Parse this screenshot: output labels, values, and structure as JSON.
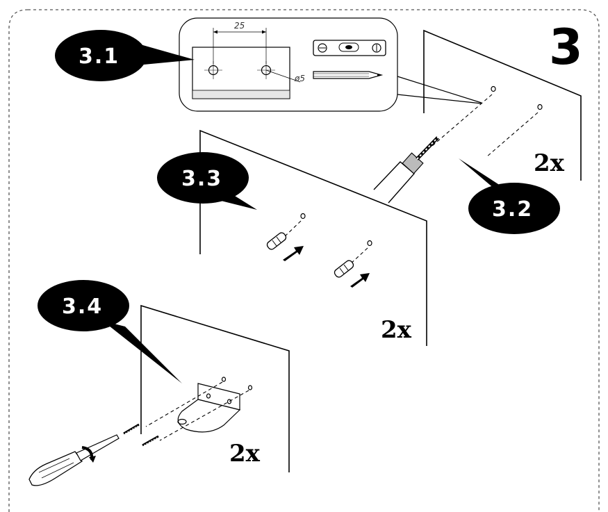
{
  "step": {
    "number": "3"
  },
  "callouts": {
    "s31": "3.1",
    "s32": "3.2",
    "s33": "3.3",
    "s34": "3.4"
  },
  "quantities": {
    "drill": "2x",
    "anchors": "2x",
    "screws": "2x"
  },
  "detail": {
    "dimension": "25",
    "hole_diameter": "ø5"
  }
}
